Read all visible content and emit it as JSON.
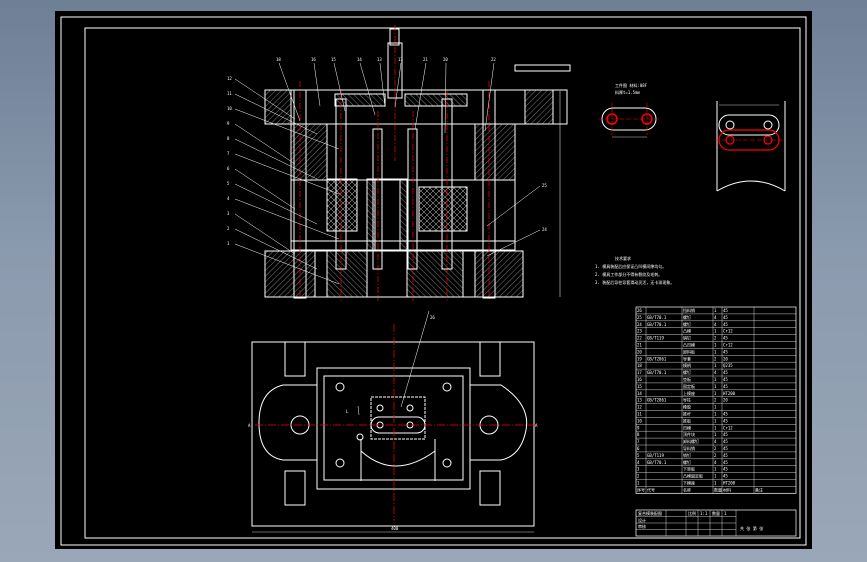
{
  "drawing": {
    "views": [
      "front-section",
      "top-plan",
      "workpiece-detail",
      "strip-layout"
    ],
    "callouts_top": [
      "18",
      "16",
      "15",
      "14",
      "13",
      "17",
      "21",
      "20",
      "22"
    ],
    "callouts_left": [
      "12",
      "11",
      "10",
      "9",
      "8",
      "7",
      "6",
      "5",
      "4",
      "3",
      "2",
      "1"
    ],
    "callouts_right": [
      "25",
      "24"
    ],
    "plan_callout": "26",
    "section_mark": "A",
    "dim_label": "L",
    "notes_title": "技术要求",
    "notes": [
      "1. 模具装配后应保证凸凹模间隙均匀。",
      "2. 模具工作部分不得有裂纹及毛刺。",
      "3. 装配后导柱导套滑动灵活，无卡滞现象。"
    ],
    "bom_header": [
      "序号",
      "代号",
      "名称",
      "数量",
      "材料",
      "备注"
    ],
    "bom_rows": [
      [
        "26",
        "",
        "挡料销",
        "1",
        "45",
        ""
      ],
      [
        "25",
        "GB/T70.1",
        "螺钉",
        "4",
        "45",
        ""
      ],
      [
        "24",
        "GB/T70.1",
        "螺钉",
        "4",
        "45",
        ""
      ],
      [
        "23",
        "",
        "凸模",
        "1",
        "Cr12",
        ""
      ],
      [
        "22",
        "GB/T119",
        "销钉",
        "2",
        "45",
        ""
      ],
      [
        "21",
        "",
        "凸凹模",
        "1",
        "Cr12",
        ""
      ],
      [
        "20",
        "",
        "卸料板",
        "1",
        "45",
        ""
      ],
      [
        "19",
        "GB/T2861",
        "导套",
        "2",
        "20",
        ""
      ],
      [
        "18",
        "",
        "模柄",
        "1",
        "Q235",
        ""
      ],
      [
        "17",
        "GB/T70.1",
        "螺钉",
        "4",
        "45",
        ""
      ],
      [
        "16",
        "",
        "垫板",
        "1",
        "45",
        ""
      ],
      [
        "15",
        "",
        "固定板",
        "1",
        "45",
        ""
      ],
      [
        "14",
        "",
        "上模座",
        "1",
        "HT200",
        ""
      ],
      [
        "13",
        "GB/T2861",
        "导柱",
        "2",
        "20",
        ""
      ],
      [
        "12",
        "",
        "橡胶",
        "1",
        "",
        ""
      ],
      [
        "11",
        "",
        "推杆",
        "1",
        "45",
        ""
      ],
      [
        "10",
        "",
        "推板",
        "1",
        "45",
        ""
      ],
      [
        "9",
        "",
        "凹模",
        "1",
        "Cr12",
        ""
      ],
      [
        "8",
        "",
        "顶件块",
        "1",
        "45",
        ""
      ],
      [
        "7",
        "",
        "卸料螺钉",
        "4",
        "45",
        ""
      ],
      [
        "6",
        "",
        "导料销",
        "2",
        "45",
        ""
      ],
      [
        "5",
        "GB/T119",
        "销钉",
        "2",
        "45",
        ""
      ],
      [
        "4",
        "GB/T70.1",
        "螺钉",
        "4",
        "45",
        ""
      ],
      [
        "3",
        "",
        "下垫板",
        "1",
        "45",
        ""
      ],
      [
        "2",
        "",
        "凸模固定板",
        "1",
        "45",
        ""
      ],
      [
        "1",
        "",
        "下模座",
        "1",
        "HT200",
        ""
      ]
    ],
    "title_block": [
      "复合模装配图",
      "比例",
      "1:1",
      "数量",
      "1",
      "设计",
      "审核",
      "共 张 第 张"
    ]
  }
}
